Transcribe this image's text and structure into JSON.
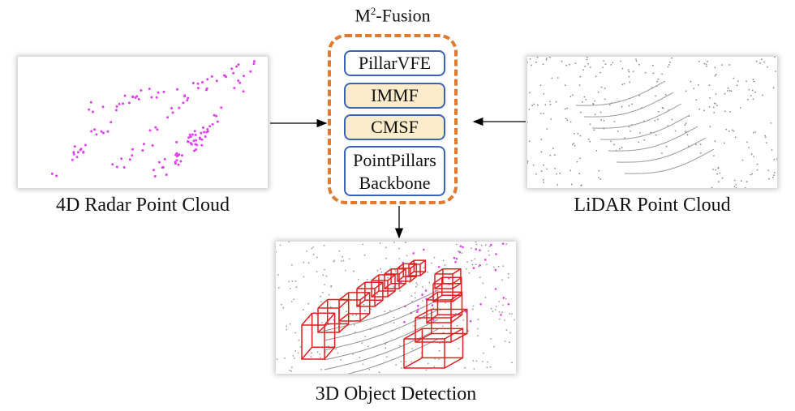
{
  "fusion": {
    "title_main": "M",
    "title_sup": "2",
    "title_rest": "-Fusion",
    "modules": [
      {
        "label": "PillarVFE",
        "highlight": false
      },
      {
        "label": "IMMF",
        "highlight": true
      },
      {
        "label": "CMSF",
        "highlight": true
      },
      {
        "label": "PointPillars",
        "label2": "Backbone",
        "highlight": false
      }
    ]
  },
  "inputs": {
    "radar_caption": "4D Radar Point Cloud",
    "lidar_caption": "LiDAR Point Cloud"
  },
  "output": {
    "caption": "3D Object Detection"
  },
  "colors": {
    "radar_points": "#e040f0",
    "lidar_points": "#8a8a8a",
    "box_lines": "#e02020",
    "fusion_border": "#e07a30",
    "module_border": "#3a63b8",
    "module_highlight": "#fdeccb"
  }
}
